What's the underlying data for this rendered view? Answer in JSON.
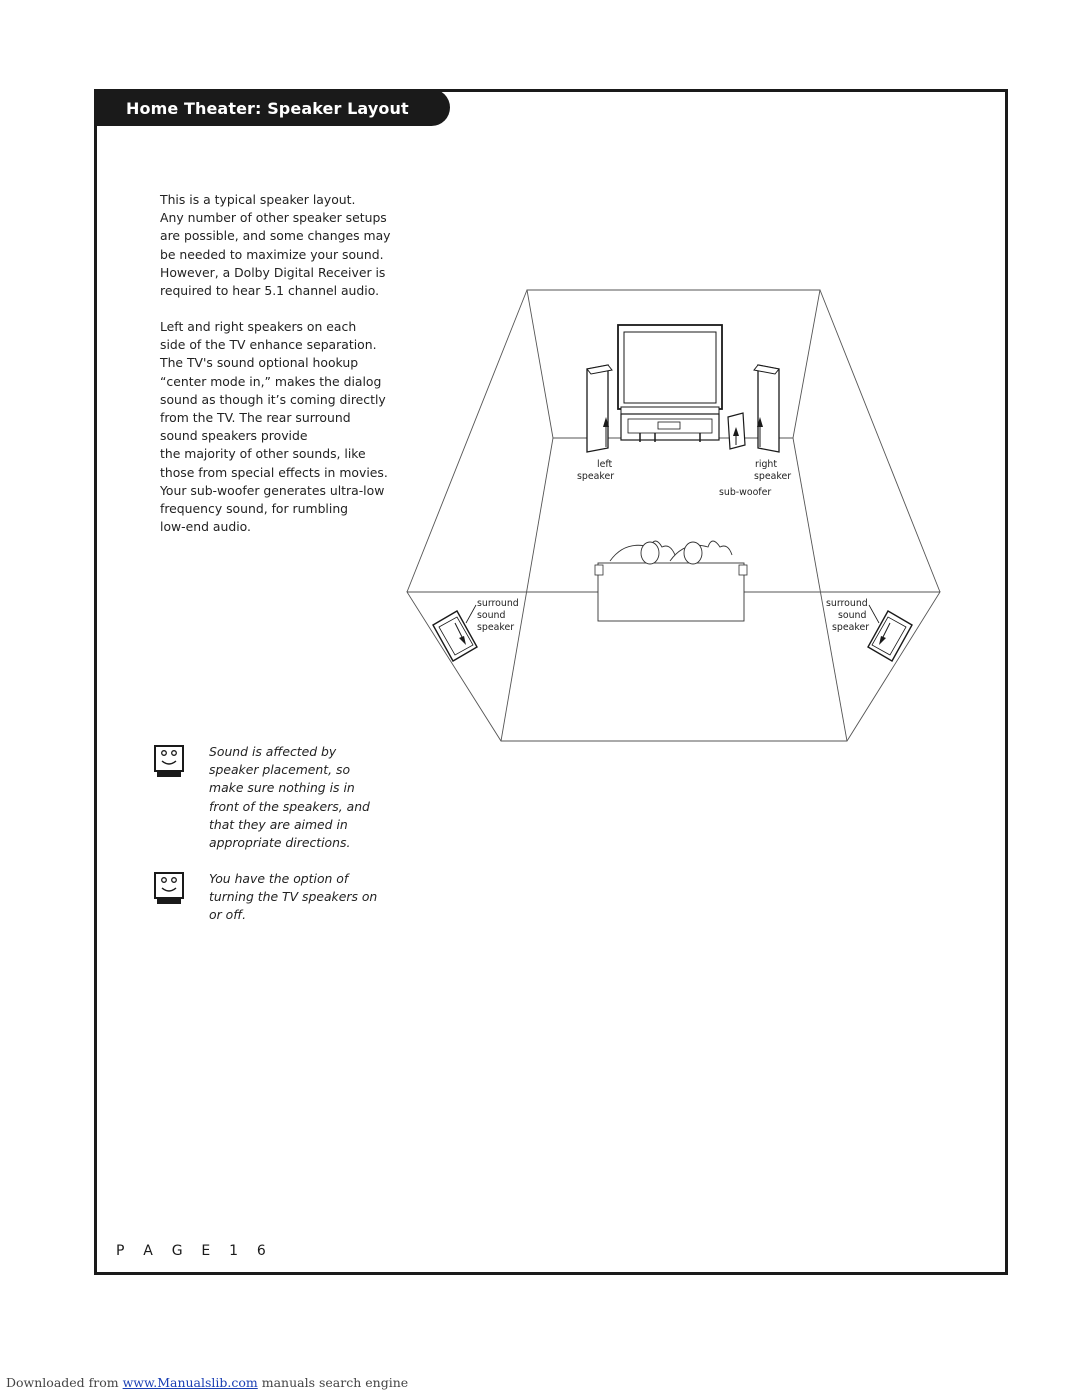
{
  "header": {
    "title": "Home Theater: Speaker Layout"
  },
  "intro": {
    "paragraph1": "This is a typical speaker layout.\nAny number of other speaker setups\nare possible, and some changes may\nbe needed to maximize your sound.\nHowever, a Dolby Digital Receiver is\nrequired to hear 5.1 channel audio.",
    "paragraph2": "Left and right speakers on each\nside of the TV enhance separation.\nThe TV's sound optional hookup\n“center mode in,” makes the dialog\nsound as though it’s coming directly\nfrom the TV. The rear surround\nsound speakers provide\nthe majority of other sounds, like\nthose from special effects in movies.\nYour sub-woofer generates ultra-low\nfrequency sound, for rumbling\nlow-end audio."
  },
  "notes": [
    {
      "icon": "smiley-note-icon",
      "text": "Sound is affected by\nspeaker placement, so\nmake sure nothing is in\nfront of the speakers, and\nthat they are aimed in\nappropriate directions."
    },
    {
      "icon": "smiley-note-icon",
      "text": "You have the option of\nturning the TV speakers on\nor off."
    }
  ],
  "diagram": {
    "left_speaker": [
      "left",
      "speaker"
    ],
    "right_speaker": [
      "right",
      "speaker"
    ],
    "subwoofer": "sub-woofer",
    "surround_left": [
      "surround",
      "sound",
      "speaker"
    ],
    "surround_right": [
      "surround",
      "sound",
      "speaker"
    ]
  },
  "page": {
    "label": "P A G E  1 6"
  },
  "footer": {
    "prefix": "Downloaded from ",
    "link": "www.Manualslib.com",
    "suffix": " manuals search engine"
  }
}
